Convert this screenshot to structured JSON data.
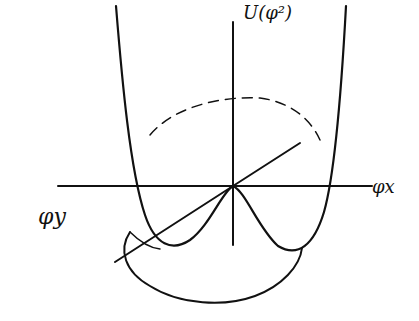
{
  "diagram": {
    "labels": [
      "U(φ²)",
      "φx",
      "φy"
    ]
  }
}
